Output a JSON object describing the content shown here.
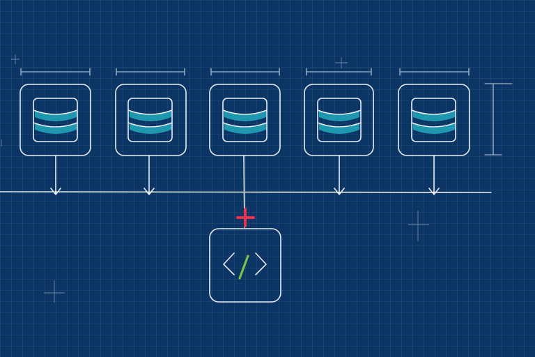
{
  "diagram": {
    "nodes": [
      {
        "id": "db-1",
        "kind": "database",
        "icon": "database-icon"
      },
      {
        "id": "db-2",
        "kind": "database",
        "icon": "database-icon"
      },
      {
        "id": "db-3",
        "kind": "database",
        "icon": "database-icon"
      },
      {
        "id": "db-4",
        "kind": "database",
        "icon": "database-icon"
      },
      {
        "id": "db-5",
        "kind": "database",
        "icon": "database-icon"
      },
      {
        "id": "code",
        "kind": "code",
        "icon": "code-icon"
      }
    ],
    "edges": [
      {
        "from": "db-1",
        "to": "bus"
      },
      {
        "from": "db-2",
        "to": "bus"
      },
      {
        "from": "db-3",
        "to": "code",
        "marker": "red-cross"
      },
      {
        "from": "db-4",
        "to": "bus"
      },
      {
        "from": "db-5",
        "to": "bus"
      }
    ],
    "colors": {
      "background": "#0b3565",
      "stroke": "#e8eef5",
      "database_fill": "#1fa3b8",
      "code_slash": "#7cc243",
      "marker": "#e8344e"
    }
  }
}
